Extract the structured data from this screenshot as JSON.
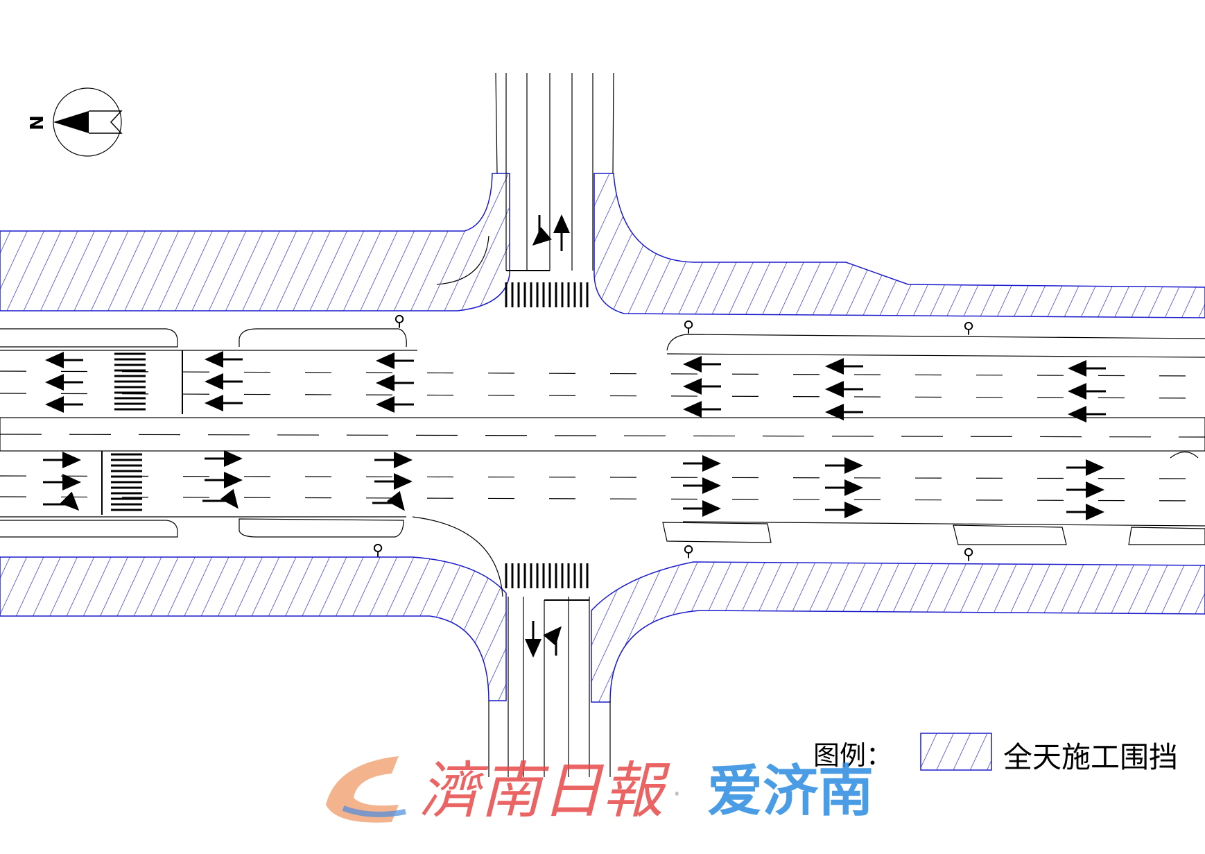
{
  "compass": {
    "north_label": "N",
    "icon": "north-arrow-icon"
  },
  "legend": {
    "title": "图例：",
    "items": [
      {
        "label": "全天施工围挡",
        "pattern": "blue-diagonal-hatch"
      }
    ]
  },
  "watermark": {
    "brand_cn": "濟南日報",
    "separator": "·",
    "app_cn": "爱济南",
    "logo_icon": "jinan-daily-logo-icon"
  },
  "colors": {
    "hatch": "#1a1acc",
    "line": "#000000",
    "background": "#ffffff",
    "watermark_red": "#e84a4a",
    "watermark_blue": "#2b8be0"
  }
}
